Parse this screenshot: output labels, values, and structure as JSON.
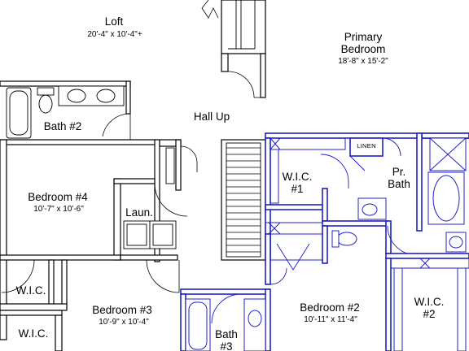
{
  "rooms": {
    "loft": {
      "name": "Loft",
      "dims": "20'-4\" x 10'-4\"+"
    },
    "primary_bedroom": {
      "line1": "Primary",
      "line2": "Bedroom",
      "dims": "18'-8\" x 15'-2\""
    },
    "hall_up": {
      "name": "Hall Up"
    },
    "bath_2": {
      "name": "Bath #2"
    },
    "bedroom_4": {
      "name": "Bedroom #4",
      "dims": "10'-7\" x 10'-6\""
    },
    "laundry": {
      "name": "Laun."
    },
    "wic_1": {
      "line1": "W.I.C.",
      "line2": "#1"
    },
    "linen": {
      "name": "LINEN"
    },
    "primary_bath": {
      "line1": "Pr.",
      "line2": "Bath"
    },
    "wic_left_upper": {
      "name": "W.I.C."
    },
    "wic_left_lower": {
      "name": "W.I.C."
    },
    "bedroom_3": {
      "name": "Bedroom #3",
      "dims": "10'-9\" x 10'-4\""
    },
    "bath_3": {
      "line1": "Bath",
      "line2": "#3"
    },
    "bedroom_2": {
      "name": "Bedroom #2",
      "dims": "10'-11\" x 11'-4\""
    },
    "wic_2": {
      "line1": "W.I.C.",
      "line2": "#2"
    }
  },
  "colors": {
    "wall_black": "#000000",
    "wall_blue": "#2020c8",
    "background": "#ffffff"
  }
}
